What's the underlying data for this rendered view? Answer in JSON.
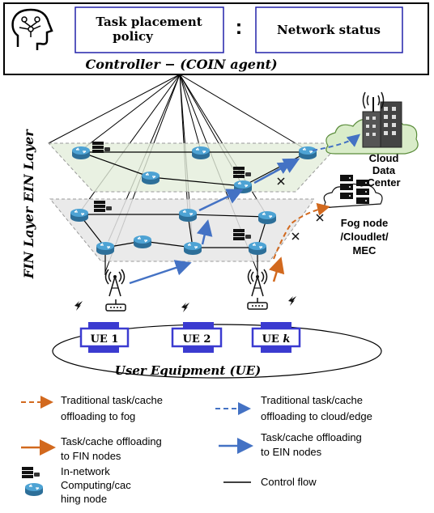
{
  "controller": {
    "policy_box_line1": "Task placement",
    "policy_box_line2": "policy",
    "separator": ":",
    "status_box": "Network status",
    "label": "Controller − (COIN agent)"
  },
  "layers": {
    "ein": "EIN Layer",
    "fin": "FIN Layer"
  },
  "cloud": {
    "line1": "Cloud",
    "line2": "Data",
    "line3": "Center"
  },
  "fog": {
    "line1": "Fog node",
    "line2": "/Cloudlet/",
    "line3": "MEC"
  },
  "user_equipment": {
    "ue1": "UE 1",
    "ue2": "UE 2",
    "uek_prefix": "UE ",
    "uek_var": "k",
    "label": "User Equipment (UE)"
  },
  "legend": {
    "trad_fog_1": "Traditional task/cache",
    "trad_fog_2": "offloading to fog",
    "trad_cloud_1": "Traditional task/cache",
    "trad_cloud_2": "offloading to cloud/edge",
    "fin_off_1": "Task/cache offloading",
    "fin_off_2": "to FIN nodes",
    "ein_off_1": "Task/cache offloading",
    "ein_off_2": "to EIN nodes",
    "inc_1": "In-network",
    "inc_2": "Computing/cac",
    "inc_3": "hing node",
    "control": "Control flow"
  },
  "colors": {
    "orange": "#d2691e",
    "blue": "#4472c4",
    "router_blue": "#3f8fc0",
    "box_border": "#2222aa"
  }
}
